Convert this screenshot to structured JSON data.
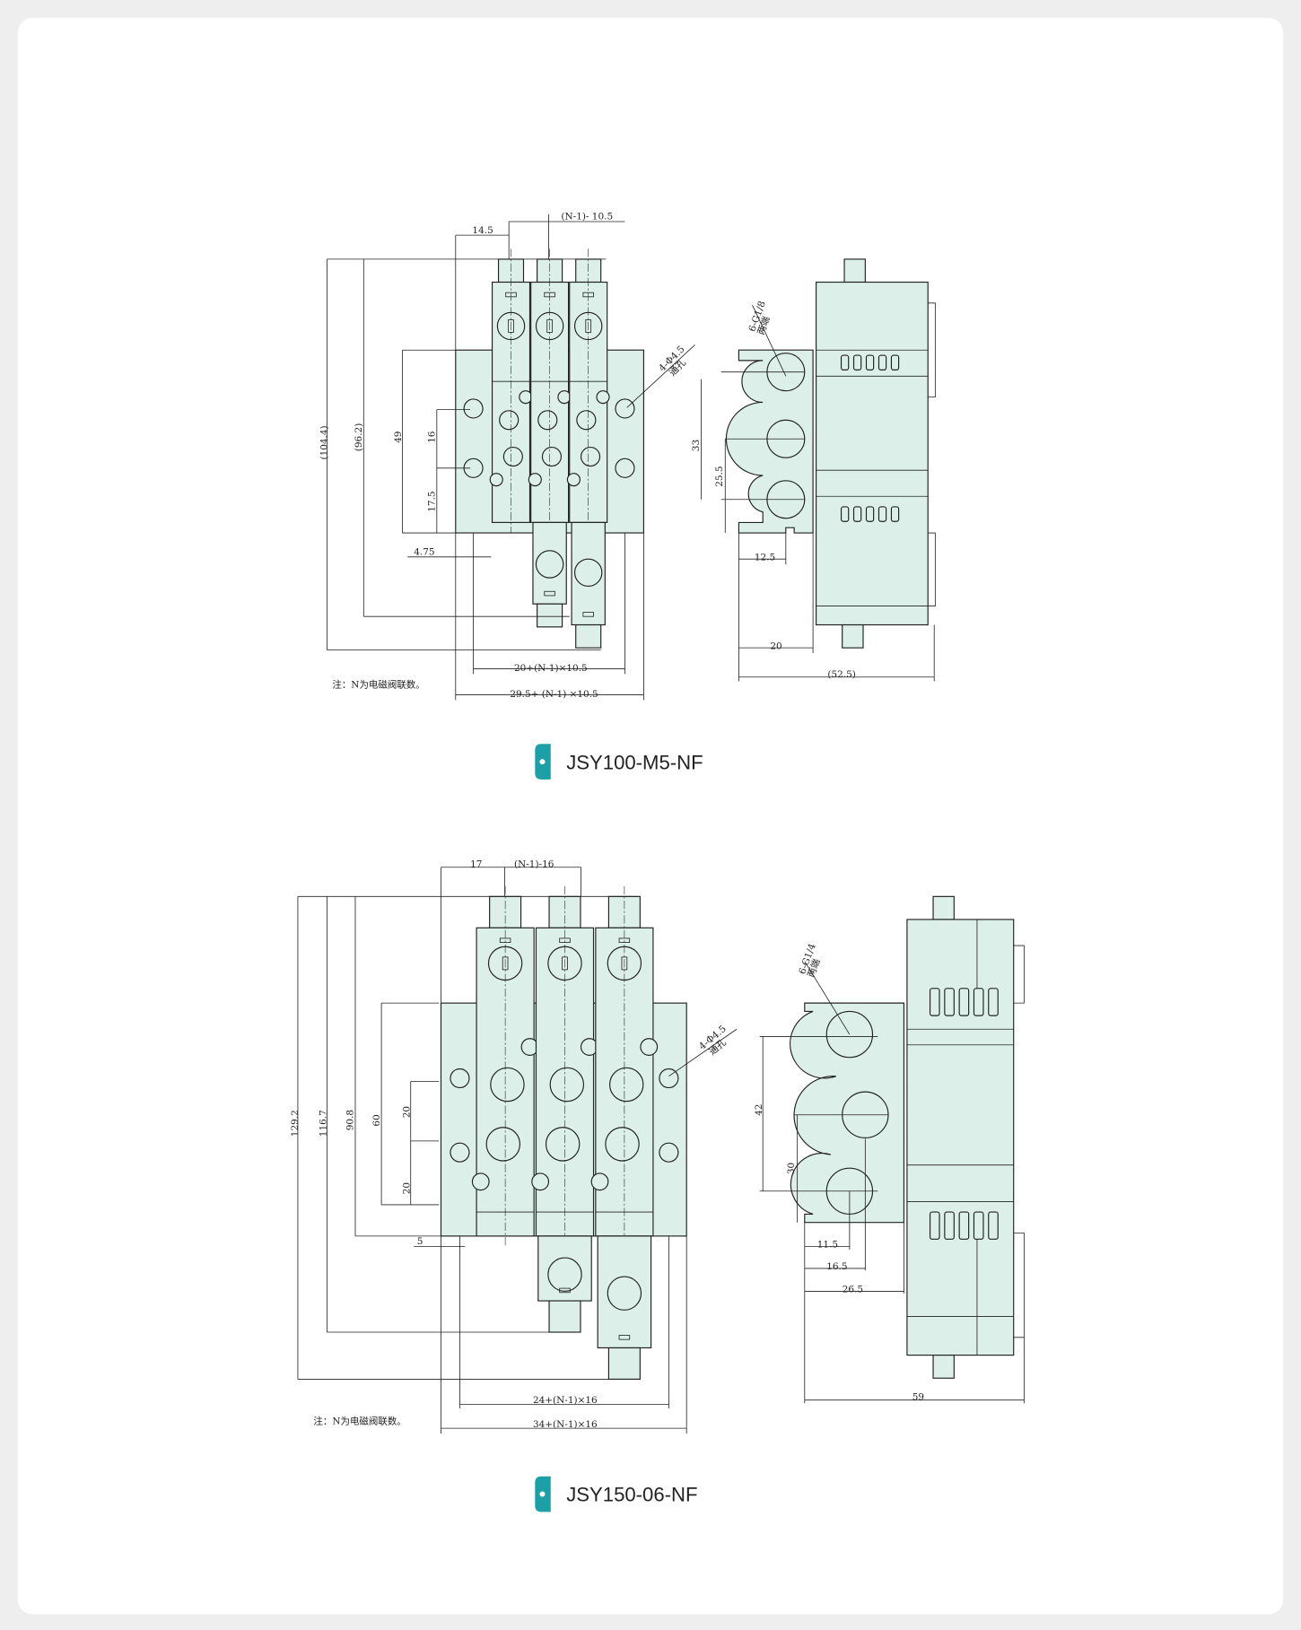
{
  "colors": {
    "accent": "#1aa0a6",
    "part_fill": "#dcefe9",
    "line": "#222222",
    "card": "#ffffff"
  },
  "drawings": [
    {
      "title": "JSY100-M5-NF",
      "note": "注：N为电磁阀联数。",
      "front": {
        "pitch_first": "14.5",
        "pitch": "(N-1)- 10.5",
        "overall_h": "(104.4)",
        "h2": "(96.2)",
        "plate_h": "49",
        "hole_pitch": "16",
        "hole_off": "17.5",
        "edge": "4.75",
        "hole_span": "20+(N-1)×10.5",
        "plate_w": "29.5+ (N-1) ×10.5",
        "mount": "4-Φ4.5",
        "mount_sub": "通孔"
      },
      "side": {
        "port": "6-G1/8",
        "port_sub": "两端",
        "port_span": "33",
        "port_off": "25.5",
        "port_x": "12.5",
        "flange": "20",
        "overall": "(52.5)"
      }
    },
    {
      "title": "JSY150-06-NF",
      "note": "注：N为电磁阀联数。",
      "front": {
        "pitch_first": "17",
        "pitch": "(N-1)-16",
        "overall_h": "129.2",
        "h2": "116.7",
        "h3": "90.8",
        "plate_h": "60",
        "hole_pitch": "20",
        "hole_off": "20",
        "edge": "5",
        "hole_span": "24+(N-1)×16",
        "plate_w": "34+(N-1)×16",
        "mount": "4-Φ4.5",
        "mount_sub": "通孔"
      },
      "side": {
        "port": "6-G1/4",
        "port_sub": "两端",
        "port_span": "42",
        "port_off": "30",
        "port_x1": "11.5",
        "port_x2": "16.5",
        "flange": "26.5",
        "overall": "59"
      }
    }
  ]
}
